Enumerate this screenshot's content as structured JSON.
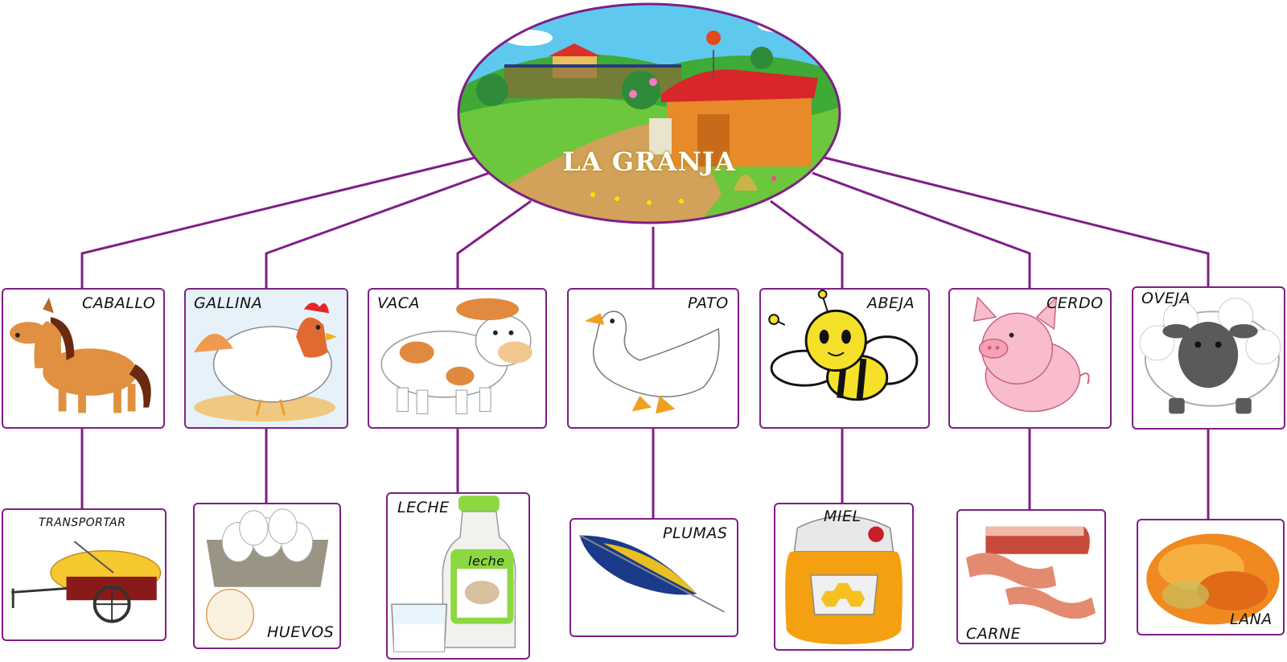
{
  "title": "LA GRANJA",
  "colors": {
    "connector": "#7e1f86",
    "border": "#7e1f86"
  },
  "animals": [
    {
      "name": "CABALLO",
      "icon": "horse-icon"
    },
    {
      "name": "GALLINA",
      "icon": "hen-icon"
    },
    {
      "name": "VACA",
      "icon": "cow-icon"
    },
    {
      "name": "PATO",
      "icon": "duck-icon"
    },
    {
      "name": "ABEJA",
      "icon": "bee-icon"
    },
    {
      "name": "CERDO",
      "icon": "pig-icon"
    },
    {
      "name": "OVEJA",
      "icon": "sheep-icon"
    }
  ],
  "products": [
    {
      "name": "TRANSPORTAR",
      "icon": "hay-cart-icon"
    },
    {
      "name": "HUEVOS",
      "icon": "eggs-icon"
    },
    {
      "name": "LECHE",
      "icon": "milk-bottle-icon",
      "bottle_label": "leche"
    },
    {
      "name": "PLUMAS",
      "icon": "feather-icon"
    },
    {
      "name": "MIEL",
      "icon": "honey-jar-icon"
    },
    {
      "name": "CARNE",
      "icon": "bacon-icon"
    },
    {
      "name": "LANA",
      "icon": "wool-icon"
    }
  ]
}
